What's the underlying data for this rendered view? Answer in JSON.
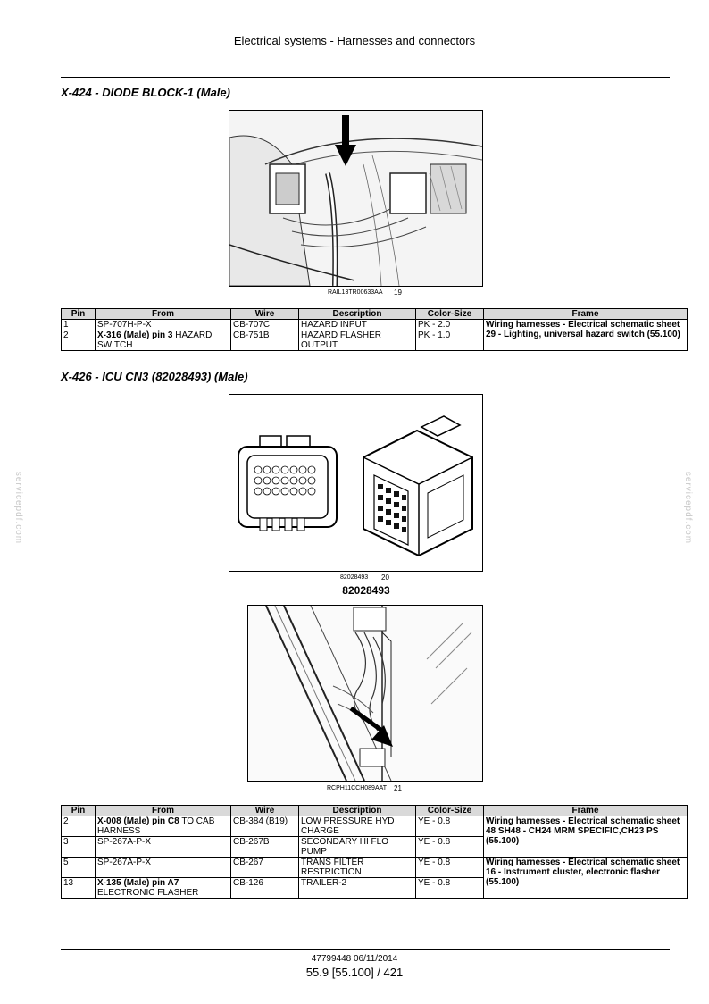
{
  "header": {
    "title": "Electrical systems - Harnesses and connectors"
  },
  "sections": [
    {
      "title": "X-424 - DIODE BLOCK-1 (Male)",
      "figures": [
        {
          "caption": "RAIL13TR00633AA",
          "number": "19"
        }
      ],
      "table": {
        "columns": [
          "Pin",
          "From",
          "Wire",
          "Description",
          "Color-Size",
          "Frame"
        ],
        "rows": [
          {
            "pin": "1",
            "from_bold": "",
            "from": "SP-707H-P-X",
            "wire": "CB-707C",
            "description": "HAZARD INPUT",
            "color_size": "PK - 2.0"
          },
          {
            "pin": "2",
            "from_bold": "X-316 (Male) pin 3",
            "from": "HAZARD SWITCH",
            "wire": "CB-751B",
            "description": "HAZARD FLASHER OUTPUT",
            "color_size": "PK - 1.0"
          }
        ],
        "frames": [
          "Wiring harnesses - Electrical schematic sheet 29 - Lighting, universal hazard switch (55.100)"
        ]
      }
    },
    {
      "title": "X-426 - ICU CN3 (82028493) (Male)",
      "figures": [
        {
          "caption": "82028493",
          "number": "20",
          "label": "82028493"
        },
        {
          "caption": "RCPH11CCH089AAT",
          "number": "21"
        }
      ],
      "table": {
        "columns": [
          "Pin",
          "From",
          "Wire",
          "Description",
          "Color-Size",
          "Frame"
        ],
        "rows": [
          {
            "pin": "2",
            "from_bold": "X-008 (Male) pin C8",
            "from": "TO CAB HARNESS",
            "wire": "CB-384 (B19)",
            "description": "LOW PRESSURE HYD CHARGE",
            "color_size": "YE - 0.8"
          },
          {
            "pin": "3",
            "from_bold": "",
            "from": "SP-267A-P-X",
            "wire": "CB-267B",
            "description": "SECONDARY HI FLO PUMP",
            "color_size": "YE - 0.8"
          },
          {
            "pin": "5",
            "from_bold": "",
            "from": "SP-267A-P-X",
            "wire": "CB-267",
            "description": "TRANS FILTER RESTRICTION",
            "color_size": "YE - 0.8"
          },
          {
            "pin": "13",
            "from_bold": "X-135 (Male) pin A7",
            "from": "ELECTRONIC FLASHER",
            "wire": "CB-126",
            "description": "TRAILER-2",
            "color_size": "YE - 0.8"
          }
        ],
        "frames": [
          "Wiring harnesses - Electrical schematic sheet 48 SH48 - CH24 MRM SPECIFIC,CH23 PS (55.100)",
          "Wiring harnesses - Electrical schematic sheet 16 - Instrument cluster, electronic flasher (55.100)"
        ]
      }
    }
  ],
  "watermark": "servicepdf.com",
  "footer": {
    "doc": "47799448 06/11/2014",
    "page": "55.9 [55.100] / 421"
  }
}
